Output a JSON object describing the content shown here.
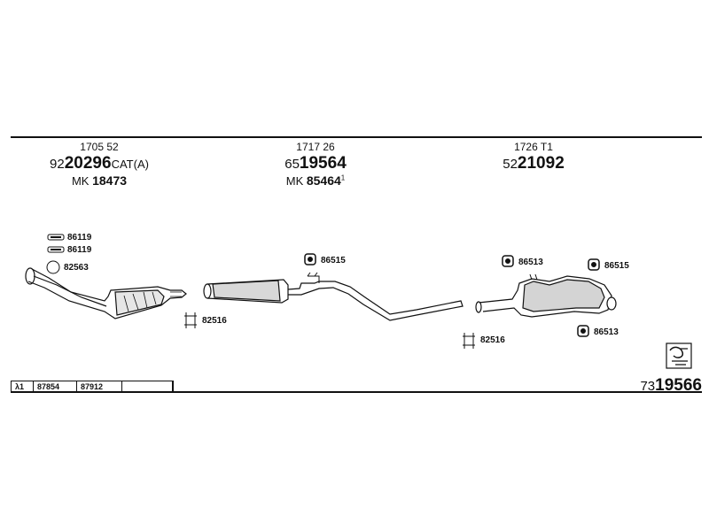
{
  "groups": [
    {
      "ref": "1705 52",
      "main_prefix": "92",
      "main_bold": "20296",
      "main_suffix": "CAT(A)",
      "mk_prefix": "MK",
      "mk_number": "18473",
      "mk_sup": ""
    },
    {
      "ref": "1717 26",
      "main_prefix": "65",
      "main_bold": "19564",
      "main_suffix": "",
      "mk_prefix": "MK",
      "mk_number": "85464",
      "mk_sup": "1"
    },
    {
      "ref": "1726 T1",
      "main_prefix": "52",
      "main_bold": "21092",
      "main_suffix": "",
      "mk_prefix": "",
      "mk_number": "",
      "mk_sup": ""
    }
  ],
  "parts": {
    "p86119a": "86119",
    "p86119b": "86119",
    "p82563": "82563",
    "p82516a": "82516",
    "p86515a": "86515",
    "p86513a": "86513",
    "p86515b": "86515",
    "p86513b": "86513",
    "p82516b": "82516"
  },
  "table": {
    "lambda": "λ1",
    "c1": "87854",
    "c2": "87912",
    "c3": ""
  },
  "diagram_number": {
    "prefix": "73",
    "bold": "19566"
  }
}
